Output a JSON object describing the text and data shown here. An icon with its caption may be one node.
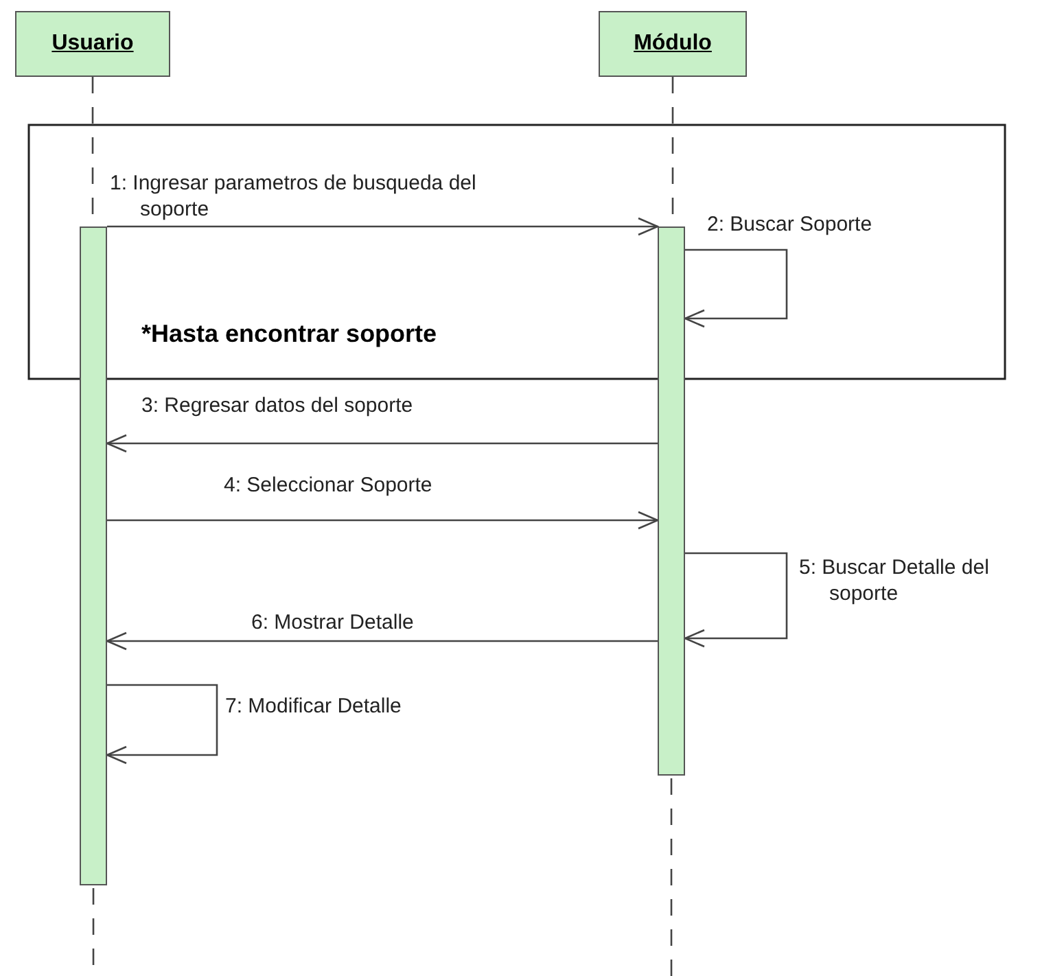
{
  "diagram": {
    "nodes": [
      {
        "text": [
          "Usuario"
        ]
      },
      {
        "text": [
          "Módulo"
        ]
      },
      {
        "text": [],
        "shape": "bar"
      },
      {
        "text": [],
        "shape": "bar"
      }
    ],
    "edges": [
      {
        "from": 2,
        "to": 3,
        "arrow": "to",
        "label": "1: Ingresar parametros de busqueda del soporte"
      },
      {
        "from": 3,
        "to": 3,
        "arrow": "to",
        "label": "2: Buscar Soporte"
      },
      {
        "from": 3,
        "to": 2,
        "arrow": "to",
        "label": "3: Regresar datos del soporte"
      },
      {
        "from": 2,
        "to": 3,
        "arrow": "to",
        "label": "4: Seleccionar Soporte"
      },
      {
        "from": 3,
        "to": 3,
        "arrow": "to",
        "label": "5: Buscar Detalle del soporte"
      },
      {
        "from": 3,
        "to": 2,
        "arrow": "to",
        "label": "6: Mostrar Detalle"
      },
      {
        "from": 2,
        "to": 2,
        "arrow": "to",
        "label": "7: Modificar Detalle"
      },
      {
        "from": 0,
        "to": 2,
        "arrow": "none",
        "style": "dashed"
      },
      {
        "from": 1,
        "to": 3,
        "arrow": "none",
        "style": "dashed"
      },
      {
        "from": 2,
        "to": null,
        "arrow": "none",
        "style": "dashed"
      },
      {
        "from": 3,
        "to": null,
        "arrow": "none",
        "style": "dashed"
      }
    ],
    "labels": [
      "*Hasta encontrar soporte"
    ]
  }
}
